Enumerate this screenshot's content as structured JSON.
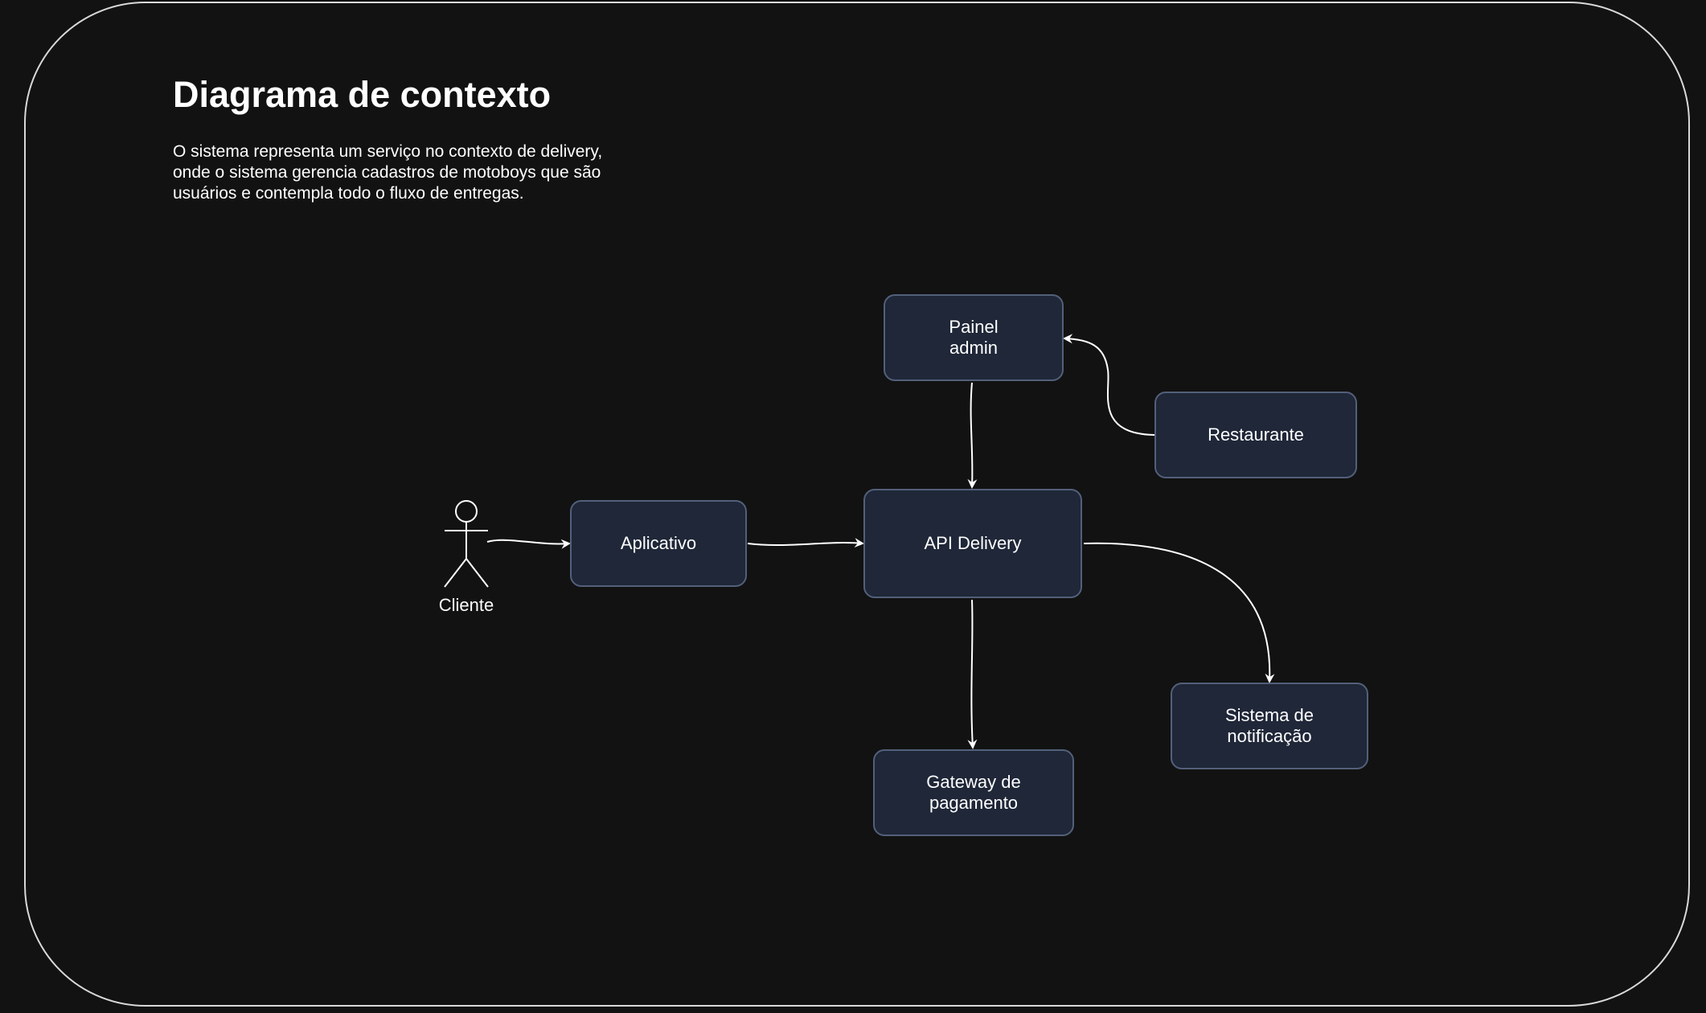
{
  "diagram": {
    "title": "Diagrama de contexto",
    "description": "O sistema representa um serviço no contexto de delivery, onde o sistema gerencia cadastros de motoboys que são usuários e contempla todo o fluxo de entregas.",
    "actor": {
      "label": "Cliente",
      "icon": "stick-figure-icon"
    },
    "nodes": {
      "aplicativo": "Aplicativo",
      "api_delivery": "API Delivery",
      "painel_admin": "Painel\nadmin",
      "restaurante": "Restaurante",
      "gateway": "Gateway de\npagamento",
      "notificacao": "Sistema de\nnotificação"
    },
    "edges": [
      {
        "from": "Cliente",
        "to": "Aplicativo"
      },
      {
        "from": "Aplicativo",
        "to": "API Delivery"
      },
      {
        "from": "Painel admin",
        "to": "API Delivery"
      },
      {
        "from": "Restaurante",
        "to": "Painel admin"
      },
      {
        "from": "API Delivery",
        "to": "Gateway de pagamento"
      },
      {
        "from": "API Delivery",
        "to": "Sistema de notificação"
      }
    ],
    "colors": {
      "background": "#121212",
      "node_fill": "#1f2738",
      "node_border": "#52607a",
      "line": "#ffffff"
    }
  }
}
